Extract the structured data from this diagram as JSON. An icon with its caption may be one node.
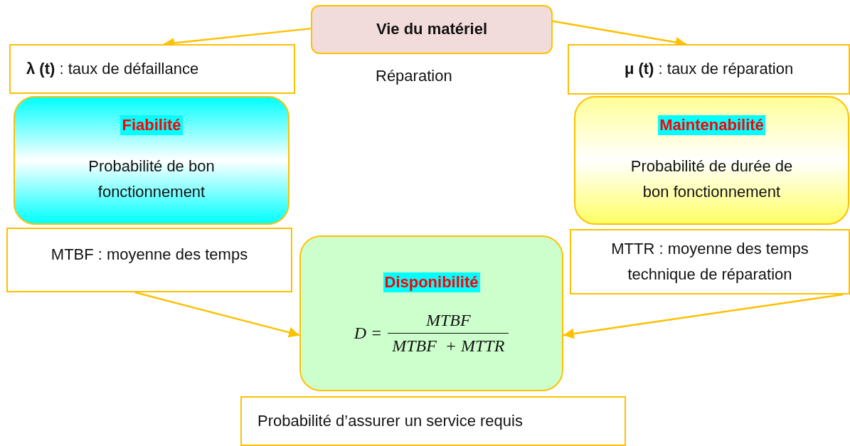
{
  "diagram": {
    "nodes": [
      {
        "text": [
          "Vie du matériel"
        ]
      },
      {
        "text": [
          "**λ (t)** : taux de défaillance"
        ]
      },
      {
        "text": [
          "**μ (t)** : taux de réparation"
        ]
      },
      {
        "text": [
          "Fiabilité",
          "Probabilité de bon fonctionnement"
        ]
      },
      {
        "text": [
          "Maintenabilité",
          "Probabilité de durée de bon fonctionnement"
        ]
      },
      {
        "text": [
          "MTBF : moyenne des temps"
        ]
      },
      {
        "text": [
          "MTTR : moyenne des temps technique de réparation"
        ]
      },
      {
        "text": [
          "Disponibilité",
          "D =",
          "MTBF",
          "MTBF  + MTTR"
        ]
      },
      {
        "text": [
          "Probabilité d’assurer un service requis"
        ]
      }
    ],
    "edges": [
      {
        "from": 0,
        "to": 1,
        "arrow": "to"
      },
      {
        "from": 0,
        "to": 2,
        "arrow": "to"
      },
      {
        "from": 5,
        "to": 7,
        "arrow": "to"
      },
      {
        "from": 6,
        "to": 7,
        "arrow": "to"
      }
    ],
    "labels": [
      "Réparation"
    ]
  }
}
